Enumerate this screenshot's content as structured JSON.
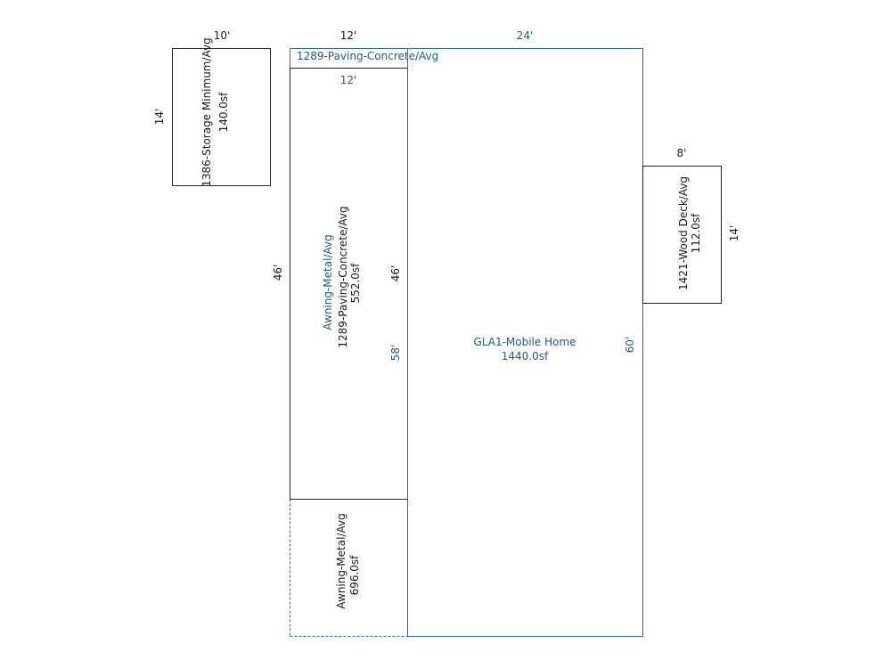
{
  "storage": {
    "width_dim": "10'",
    "height_dim": "14'",
    "name": "1386-Storage Minimum/Avg",
    "area": "140.0sf"
  },
  "paving_strip": {
    "width_dim_top": "12'",
    "name": "1289-Paving-Concrete/Avg",
    "width_dim_inner": "12'"
  },
  "awning_paving": {
    "awning_name": "Awning-Metal/Avg",
    "paving_name": "1289-Paving-Concrete/Avg",
    "area": "552.0sf",
    "height_left": "46'",
    "height_right": "46'",
    "height_total": "58'"
  },
  "awning_lower": {
    "name": "Awning-Metal/Avg",
    "area": "696.0sf"
  },
  "gla": {
    "width_dim": "24'",
    "height_dim": "60'",
    "name": "GLA1-Mobile Home",
    "area": "1440.0sf"
  },
  "deck": {
    "width_dim": "8'",
    "height_dim": "14'",
    "name": "1421-Wood Deck/Avg",
    "area": "112.0sf"
  }
}
